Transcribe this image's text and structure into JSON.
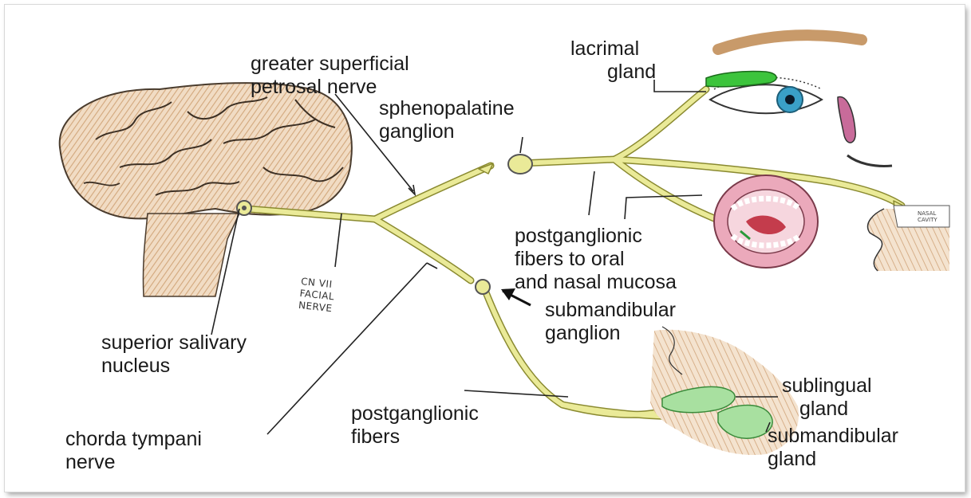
{
  "labels": {
    "greater_superficial_petrosal_nerve": [
      "greater superficial",
      "petrosal nerve"
    ],
    "lacrimal_gland": [
      "lacrimal",
      "gland"
    ],
    "sphenopalatine_ganglion": [
      "sphenopalatine",
      "ganglion"
    ],
    "postganglionic_oral_nasal": [
      "postganglionic",
      "fibers to oral",
      "and nasal mucosa"
    ],
    "submandibular_ganglion": [
      "submandibular",
      "ganglion"
    ],
    "superior_salivary_nucleus": [
      "superior salivary",
      "nucleus"
    ],
    "sublingual_gland": [
      "sublingual",
      "gland"
    ],
    "postganglionic_fibers": [
      "postganglionic",
      "fibers"
    ],
    "submandibular_gland": [
      "submandibular",
      "gland"
    ],
    "chorda_tympani_nerve": [
      "chorda tympani",
      "nerve"
    ],
    "facial_nerve_handwritten": [
      "CN VII",
      "FACIAL",
      "NERVE"
    ],
    "nasal_cavity_handwritten": [
      "NASAL",
      "CAVITY"
    ]
  },
  "colors": {
    "nerve": "#ecec9a",
    "nerve_outline": "#8a8a30",
    "brain": "#e8cdb0",
    "brain_outline": "#5a4a3a",
    "lacrimal_gland": "#3cc43c",
    "salivary_glands": "#a8e0a0",
    "oral_mucosa": "#e9a5b5",
    "iris": "#3aa0c8",
    "skin_hatch": "#d9b48c"
  }
}
